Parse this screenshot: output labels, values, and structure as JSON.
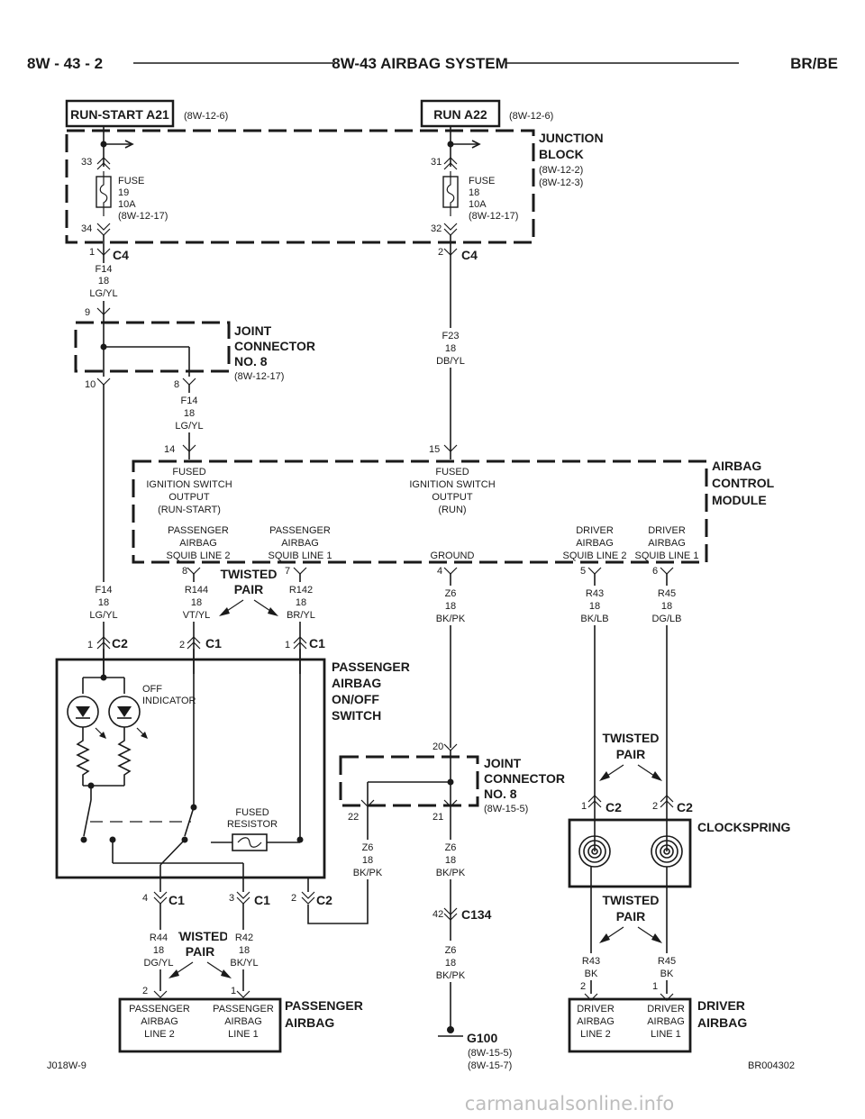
{
  "header": {
    "page_left": "8W - 43 - 2",
    "title": "8W-43 AIRBAG SYSTEM",
    "page_right": "BR/BE"
  },
  "sources": {
    "run_start": {
      "label": "RUN-START A21",
      "ref": "(8W-12-6)"
    },
    "run": {
      "label": "RUN A22",
      "ref": "(8W-12-6)"
    }
  },
  "junction_block": {
    "name_l1": "JUNCTION",
    "name_l2": "BLOCK",
    "ref1": "(8W-12-2)",
    "ref2": "(8W-12-3)",
    "fuse19": {
      "l1": "FUSE",
      "l2": "19",
      "l3": "10A",
      "l4": "(8W-12-17)",
      "pin_in": "33",
      "pin_out": "34"
    },
    "fuse18": {
      "l1": "FUSE",
      "l2": "18",
      "l3": "10A",
      "l4": "(8W-12-17)",
      "pin_in": "31",
      "pin_out": "32"
    }
  },
  "connectors": {
    "c4_left": {
      "pin": "1",
      "name": "C4"
    },
    "c4_right": {
      "pin": "2",
      "name": "C4"
    },
    "c2_pass": {
      "pin": "1",
      "name": "C2"
    },
    "c1_pass_2": {
      "pin": "2",
      "name": "C1"
    },
    "c1_pass_1": {
      "pin": "1",
      "name": "C1"
    },
    "c1_bottom_4": {
      "pin": "4",
      "name": "C1"
    },
    "c1_bottom_3": {
      "pin": "3",
      "name": "C1"
    },
    "c2_bottom_2": {
      "pin": "2",
      "name": "C2"
    },
    "c134": {
      "pin": "42",
      "name": "C134"
    },
    "c2_clock_1": {
      "pin": "1",
      "name": "C2"
    },
    "c2_clock_2": {
      "pin": "2",
      "name": "C2"
    }
  },
  "wires": {
    "f14_top": {
      "circuit": "F14",
      "gauge": "18",
      "color": "LG/YL"
    },
    "f23": {
      "circuit": "F23",
      "gauge": "18",
      "color": "DB/YL"
    },
    "f14_mid": {
      "circuit": "F14",
      "gauge": "18",
      "color": "LG/YL"
    },
    "f14_low": {
      "circuit": "F14",
      "gauge": "18",
      "color": "LG/YL"
    },
    "r144": {
      "circuit": "R144",
      "gauge": "18",
      "color": "VT/YL"
    },
    "r142": {
      "circuit": "R142",
      "gauge": "18",
      "color": "BR/YL"
    },
    "z6_acm": {
      "circuit": "Z6",
      "gauge": "18",
      "color": "BK/PK"
    },
    "r43_top": {
      "circuit": "R43",
      "gauge": "18",
      "color": "BK/LB"
    },
    "r45_top": {
      "circuit": "R45",
      "gauge": "18",
      "color": "DG/LB"
    },
    "z6_22": {
      "circuit": "Z6",
      "gauge": "18",
      "color": "BK/PK"
    },
    "z6_21": {
      "circuit": "Z6",
      "gauge": "18",
      "color": "BK/PK"
    },
    "z6_g100": {
      "circuit": "Z6",
      "gauge": "18",
      "color": "BK/PK"
    },
    "r44": {
      "circuit": "R44",
      "gauge": "18",
      "color": "DG/YL"
    },
    "r42": {
      "circuit": "R42",
      "gauge": "18",
      "color": "BK/YL"
    },
    "r43_bot": {
      "circuit": "R43",
      "color": "BK"
    },
    "r45_bot": {
      "circuit": "R45",
      "color": "BK"
    }
  },
  "joint_connector_top": {
    "l1": "JOINT",
    "l2": "CONNECTOR",
    "l3": "NO. 8",
    "ref": "(8W-12-17)",
    "pin_in": "9",
    "pin_a": "10",
    "pin_b": "8"
  },
  "acm": {
    "l1": "AIRBAG",
    "l2": "CONTROL",
    "l3": "MODULE",
    "pin14": "14",
    "pin15": "15",
    "fused_rs": [
      "FUSED",
      "IGNITION SWITCH",
      "OUTPUT",
      "(RUN-START)"
    ],
    "fused_run": [
      "FUSED",
      "IGNITION SWITCH",
      "OUTPUT",
      "(RUN)"
    ],
    "pass_sq2": [
      "PASSENGER",
      "AIRBAG",
      "SQUIB LINE 2"
    ],
    "pass_sq1": [
      "PASSENGER",
      "AIRBAG",
      "SQUIB LINE 1"
    ],
    "ground": "GROUND",
    "drv_sq2": [
      "DRIVER",
      "AIRBAG",
      "SQUIB LINE 2"
    ],
    "drv_sq1": [
      "DRIVER",
      "AIRBAG",
      "SQUIB LINE 1"
    ],
    "pin8": "8",
    "pin7": "7",
    "pin4": "4",
    "pin5": "5",
    "pin6": "6"
  },
  "twisted_pair": {
    "l1": "TWISTED",
    "l2": "PAIR"
  },
  "pass_switch": {
    "l1": "PASSENGER",
    "l2": "AIRBAG",
    "l3": "ON/OFF",
    "l4": "SWITCH",
    "off1": "OFF",
    "off2": "INDICATOR",
    "res1": "FUSED",
    "res2": "RESISTOR"
  },
  "joint_connector_low": {
    "l1": "JOINT",
    "l2": "CONNECTOR",
    "l3": "NO. 8",
    "ref": "(8W-15-5)",
    "pin20": "20",
    "pin22": "22",
    "pin21": "21"
  },
  "clockspring": {
    "name": "CLOCKSPRING"
  },
  "pass_airbag": {
    "l1": "PASSENGER",
    "l2": "AIRBAG",
    "left": [
      "PASSENGER",
      "AIRBAG",
      "LINE 2"
    ],
    "right": [
      "PASSENGER",
      "AIRBAG",
      "LINE 1"
    ],
    "pin2": "2",
    "pin1": "1"
  },
  "driver_airbag": {
    "l1": "DRIVER",
    "l2": "AIRBAG",
    "left": [
      "DRIVER",
      "AIRBAG",
      "LINE 2"
    ],
    "right": [
      "DRIVER",
      "AIRBAG",
      "LINE 1"
    ],
    "pin2": "2",
    "pin1": "1"
  },
  "ground_g100": {
    "name": "G100",
    "ref1": "(8W-15-5)",
    "ref2": "(8W-15-7)"
  },
  "footer": {
    "left_code": "J018W-9",
    "right_code": "BR004302"
  },
  "watermark": "carmanualsonline.info"
}
